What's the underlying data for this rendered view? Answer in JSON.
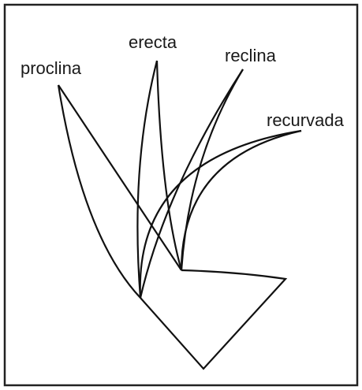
{
  "labels": {
    "proclina": "proclina",
    "erecta": "erecta",
    "reclina": "reclina",
    "recurvada": "recurvada"
  },
  "colors": {
    "stroke": "#111111",
    "border": "#222222",
    "background": "#ffffff"
  }
}
